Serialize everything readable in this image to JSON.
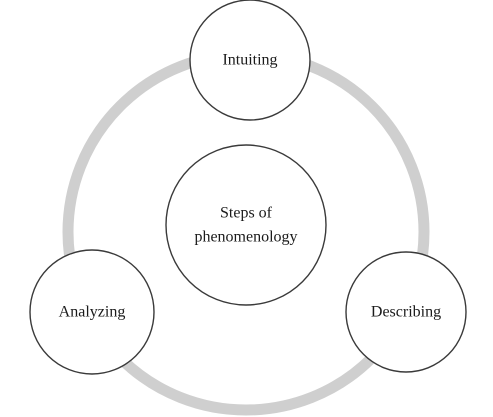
{
  "center": {
    "line1": "Steps of",
    "line2": "phenomenology"
  },
  "steps": [
    {
      "label": "Intuiting"
    },
    {
      "label": "Analyzing"
    },
    {
      "label": "Describing"
    }
  ],
  "colors": {
    "ring": "#cfcfcf",
    "node_border": "#3a3a3a",
    "node_fill": "#ffffff",
    "text": "#1a1a1a"
  }
}
